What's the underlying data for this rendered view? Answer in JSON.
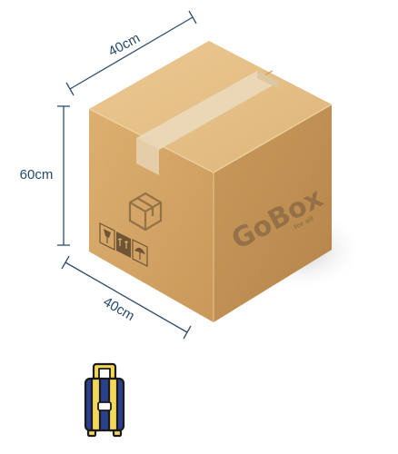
{
  "dimensions": {
    "width_label": "40cm",
    "height_label": "60cm",
    "depth_label": "40cm"
  },
  "box": {
    "brand_name": "GoBox",
    "brand_tagline": "for all",
    "handling_icons": [
      "fragile-glass-icon",
      "this-way-up-icon",
      "umbrella-keep-dry-icon"
    ],
    "logo_icon": "cube-logo-icon"
  },
  "luggage": {
    "icon": "suitcase-icon"
  },
  "colors": {
    "dimension_line": "#2d4f6f",
    "box_front": "#d3a566",
    "box_right": "#c08f50",
    "box_top": "#e2bd82",
    "tape": "#ead8b8",
    "print_ink": "#8a6a45",
    "suitcase_body": "#2b3f8f",
    "suitcase_accent": "#f2d85a",
    "suitcase_outline": "#1a1a1a"
  }
}
